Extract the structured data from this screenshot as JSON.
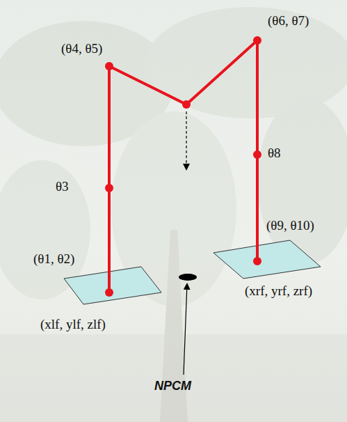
{
  "diagram": {
    "labels": [
      "(θ4, θ5)",
      "(θ6, θ7)",
      "θ3",
      "θ8",
      "(θ1, θ2)",
      "(θ9, θ10)",
      "(xlf, ylf, zlf)",
      "(xrf, yrf, zrf)",
      "NPCM"
    ]
  }
}
